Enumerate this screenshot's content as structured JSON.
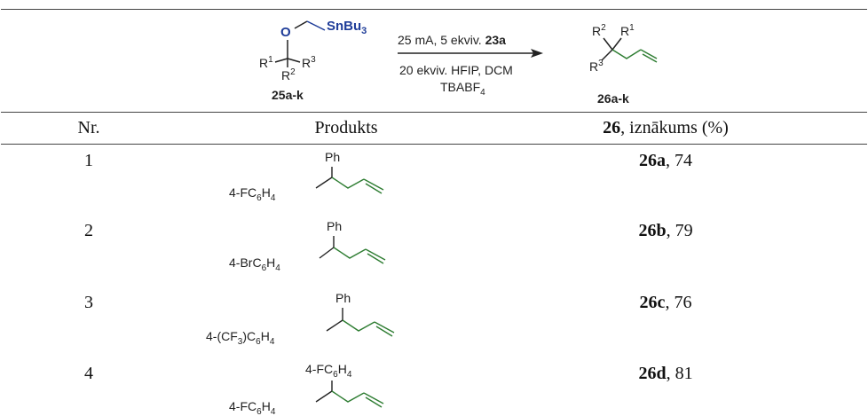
{
  "scheme": {
    "reactant_label": "25a-k",
    "product_label": "26a-k",
    "cond_line1_pre": "25 mA, 5 ekviv.",
    "cond_line1_bold": "23a",
    "cond_line2": "20 ekviv. HFIP, DCM",
    "cond_line3_main": "TBABF",
    "cond_line3_sub": "4",
    "o_atom": "O",
    "sn_main": "SnBu",
    "sn_sub": "3",
    "r_letter": "R",
    "sup1": "1",
    "sup2": "2",
    "sup3": "3"
  },
  "table": {
    "headers": {
      "nr": "Nr.",
      "produkts": "Produkts",
      "yield_bold": "26",
      "yield_rest": ", iznākums (%)"
    },
    "rows": [
      {
        "nr": "1",
        "top": "Ph",
        "left_pre": "4-FC",
        "left_sub1": "6",
        "left_mid": "H",
        "left_sub2": "4",
        "left_post": "",
        "yield_bold": "26a",
        "yield_val": ", 74"
      },
      {
        "nr": "2",
        "top": "Ph",
        "left_pre": "4-BrC",
        "left_sub1": "6",
        "left_mid": "H",
        "left_sub2": "4",
        "left_post": "",
        "yield_bold": "26b",
        "yield_val": ", 79"
      },
      {
        "nr": "3",
        "top": "Ph",
        "left_pre": "4-(CF",
        "left_sub1": "3",
        "left_mid": ")C",
        "left_sub2": "6",
        "left_post": "H",
        "left_sub3": "4",
        "yield_bold": "26c",
        "yield_val": ", 76"
      },
      {
        "nr": "4",
        "top_pre": "4-FC",
        "top_sub1": "6",
        "top_mid": "H",
        "top_sub2": "4",
        "left_pre": "4-FC",
        "left_sub1": "6",
        "left_mid": "H",
        "left_sub2": "4",
        "left_post": "",
        "yield_bold": "26d",
        "yield_val": ", 81"
      }
    ]
  },
  "colors": {
    "blue_atom": "#1f3d99",
    "green_bond": "#2e7d32",
    "bond": "#222222",
    "rule": "#444444"
  }
}
